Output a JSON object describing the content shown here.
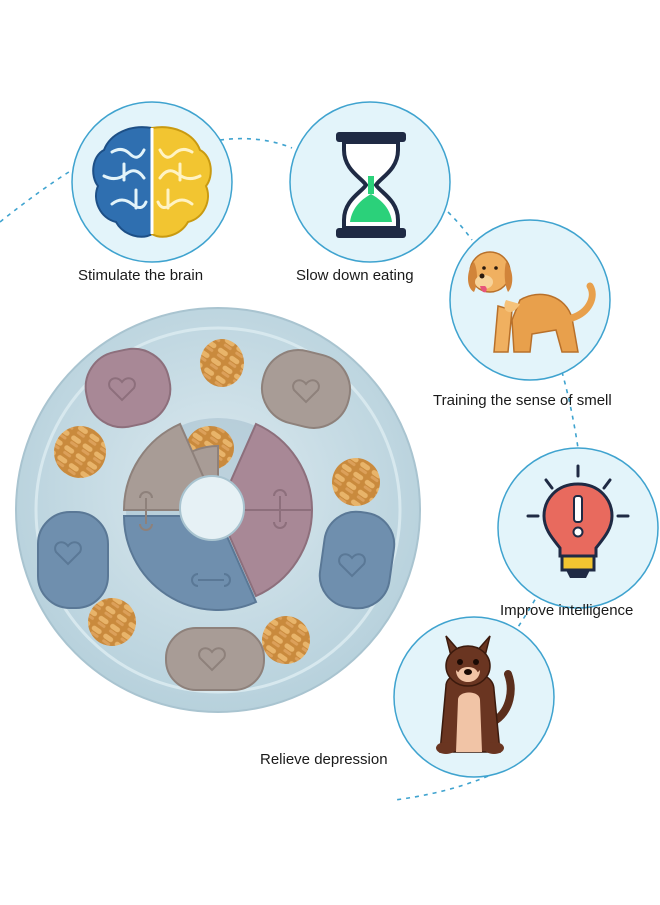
{
  "benefits": [
    {
      "id": "brain",
      "label": "Stimulate the brain",
      "icon": "brain-icon"
    },
    {
      "id": "slow",
      "label": "Slow down eating",
      "icon": "hourglass-icon"
    },
    {
      "id": "smell",
      "label": "Training the sense of smell",
      "icon": "golden-dog-icon"
    },
    {
      "id": "intel",
      "label": "Improve intelligence",
      "icon": "lightbulb-alert-icon"
    },
    {
      "id": "relieve",
      "label": "Relieve depression",
      "icon": "brown-dog-icon"
    }
  ],
  "product": {
    "icon": "puzzle-feeder-bowl"
  },
  "colors": {
    "circle_fill": "#e3f4fa",
    "circle_stroke": "#3fa3cf",
    "dotted_line": "#3fa3cf",
    "bowl": "#c7dde6",
    "lid_blue": "#6f8fae",
    "lid_mauve": "#a88896",
    "lid_taupe": "#a89c96",
    "treat": "#d9a155"
  }
}
